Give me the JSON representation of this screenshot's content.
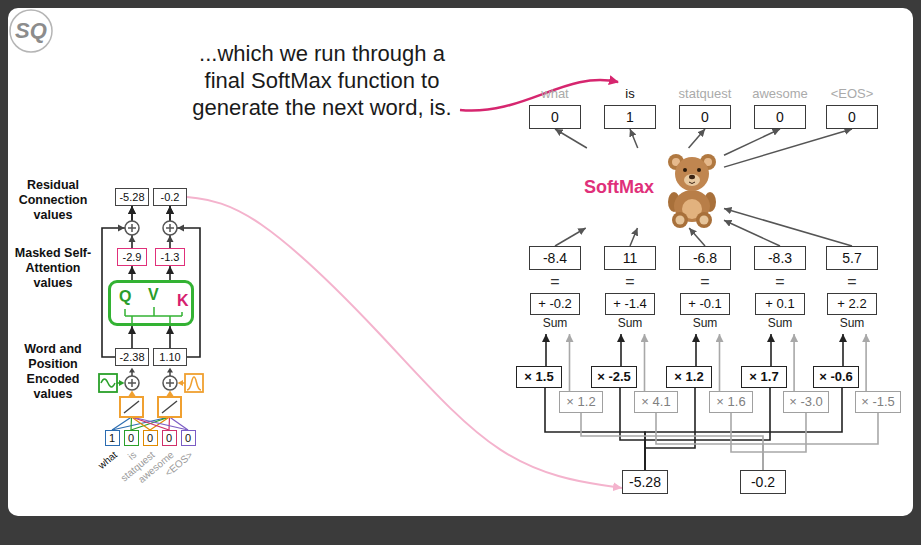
{
  "diagram": {
    "title": "...which we run through a final SoftMax function to generate the next word, is.",
    "nodes": [
      {
        "text": [
          "-5.28"
        ]
      },
      {
        "text": [
          "-0.2"
        ]
      },
      {
        "text": [
          "-2.9"
        ]
      },
      {
        "text": [
          "-1.3"
        ]
      },
      {
        "text": [
          "Q",
          "V",
          "K"
        ]
      },
      {
        "text": [
          "-2.38"
        ]
      },
      {
        "text": [
          "1.10"
        ]
      },
      {
        "text": [
          "1",
          "what"
        ]
      },
      {
        "text": [
          "0",
          "is"
        ]
      },
      {
        "text": [
          "0",
          "statquest"
        ]
      },
      {
        "text": [
          "0",
          "awesome"
        ]
      },
      {
        "text": [
          "0",
          "<EOS>"
        ]
      },
      {
        "text": [
          "what",
          "0"
        ]
      },
      {
        "text": [
          "is",
          "1"
        ]
      },
      {
        "text": [
          "statquest",
          "0"
        ]
      },
      {
        "text": [
          "awesome",
          "0"
        ]
      },
      {
        "text": [
          "<EOS>",
          "0"
        ]
      },
      {
        "text": [
          "SoftMax"
        ]
      },
      {
        "text": [
          "-8.4"
        ]
      },
      {
        "text": [
          "11"
        ]
      },
      {
        "text": [
          "-6.8"
        ]
      },
      {
        "text": [
          "-8.3"
        ]
      },
      {
        "text": [
          "5.7"
        ]
      },
      {
        "text": [
          "+ -0.2",
          "Sum"
        ]
      },
      {
        "text": [
          "+ -1.4",
          "Sum"
        ]
      },
      {
        "text": [
          "+ -0.1",
          "Sum"
        ]
      },
      {
        "text": [
          "+ 0.1",
          "Sum"
        ]
      },
      {
        "text": [
          "+ 2.2",
          "Sum"
        ]
      },
      {
        "text": [
          "× 1.5"
        ]
      },
      {
        "text": [
          "× -2.5"
        ]
      },
      {
        "text": [
          "× 1.2"
        ]
      },
      {
        "text": [
          "× 1.7"
        ]
      },
      {
        "text": [
          "× -0.6"
        ]
      },
      {
        "text": [
          "× 1.2"
        ]
      },
      {
        "text": [
          "× 4.1"
        ]
      },
      {
        "text": [
          "× 1.6"
        ]
      },
      {
        "text": [
          "× -3.0"
        ]
      },
      {
        "text": [
          "× -1.5"
        ]
      },
      {
        "text": [
          "-5.28"
        ]
      },
      {
        "text": [
          "-0.2"
        ]
      }
    ],
    "edges": [
      {
        "from": 5,
        "to": 4,
        "arrow": "to"
      },
      {
        "from": 6,
        "to": 4,
        "arrow": "to"
      },
      {
        "from": 4,
        "to": 2,
        "arrow": "to"
      },
      {
        "from": 4,
        "to": 3,
        "arrow": "to"
      },
      {
        "from": 2,
        "to": 0,
        "arrow": "to"
      },
      {
        "from": 3,
        "to": 1,
        "arrow": "to"
      },
      {
        "from": 5,
        "to": 0,
        "arrow": "to"
      },
      {
        "from": 6,
        "to": 1,
        "arrow": "to"
      },
      {
        "from": 1,
        "to": 38,
        "arrow": "to"
      },
      {
        "from": 38,
        "to": 28,
        "arrow": "none"
      },
      {
        "from": 38,
        "to": 29,
        "arrow": "none"
      },
      {
        "from": 38,
        "to": 30,
        "arrow": "none"
      },
      {
        "from": 38,
        "to": 31,
        "arrow": "none"
      },
      {
        "from": 38,
        "to": 32,
        "arrow": "none"
      },
      {
        "from": 39,
        "to": 33,
        "arrow": "none"
      },
      {
        "from": 39,
        "to": 34,
        "arrow": "none"
      },
      {
        "from": 39,
        "to": 35,
        "arrow": "none"
      },
      {
        "from": 39,
        "to": 36,
        "arrow": "none"
      },
      {
        "from": 39,
        "to": 37,
        "arrow": "none"
      },
      {
        "from": 28,
        "to": 23,
        "arrow": "to"
      },
      {
        "from": 29,
        "to": 24,
        "arrow": "to"
      },
      {
        "from": 30,
        "to": 25,
        "arrow": "to"
      },
      {
        "from": 31,
        "to": 26,
        "arrow": "to"
      },
      {
        "from": 32,
        "to": 27,
        "arrow": "to"
      },
      {
        "from": 33,
        "to": 23,
        "arrow": "to"
      },
      {
        "from": 34,
        "to": 24,
        "arrow": "to"
      },
      {
        "from": 35,
        "to": 25,
        "arrow": "to"
      },
      {
        "from": 36,
        "to": 26,
        "arrow": "to"
      },
      {
        "from": 37,
        "to": 27,
        "arrow": "to"
      },
      {
        "from": 18,
        "to": 17,
        "arrow": "to"
      },
      {
        "from": 19,
        "to": 17,
        "arrow": "to"
      },
      {
        "from": 20,
        "to": 17,
        "arrow": "to"
      },
      {
        "from": 21,
        "to": 17,
        "arrow": "to"
      },
      {
        "from": 22,
        "to": 17,
        "arrow": "to"
      },
      {
        "from": 17,
        "to": 12,
        "arrow": "to"
      },
      {
        "from": 17,
        "to": 13,
        "arrow": "to"
      },
      {
        "from": 17,
        "to": 14,
        "arrow": "to"
      },
      {
        "from": 17,
        "to": 15,
        "arrow": "to"
      },
      {
        "from": 17,
        "to": 16,
        "arrow": "to"
      }
    ],
    "labels": [
      "SQ",
      "Residual Connection values",
      "Masked Self-Attention values",
      "Word and Position Encoded values",
      "=",
      "=",
      "=",
      "=",
      "="
    ]
  }
}
